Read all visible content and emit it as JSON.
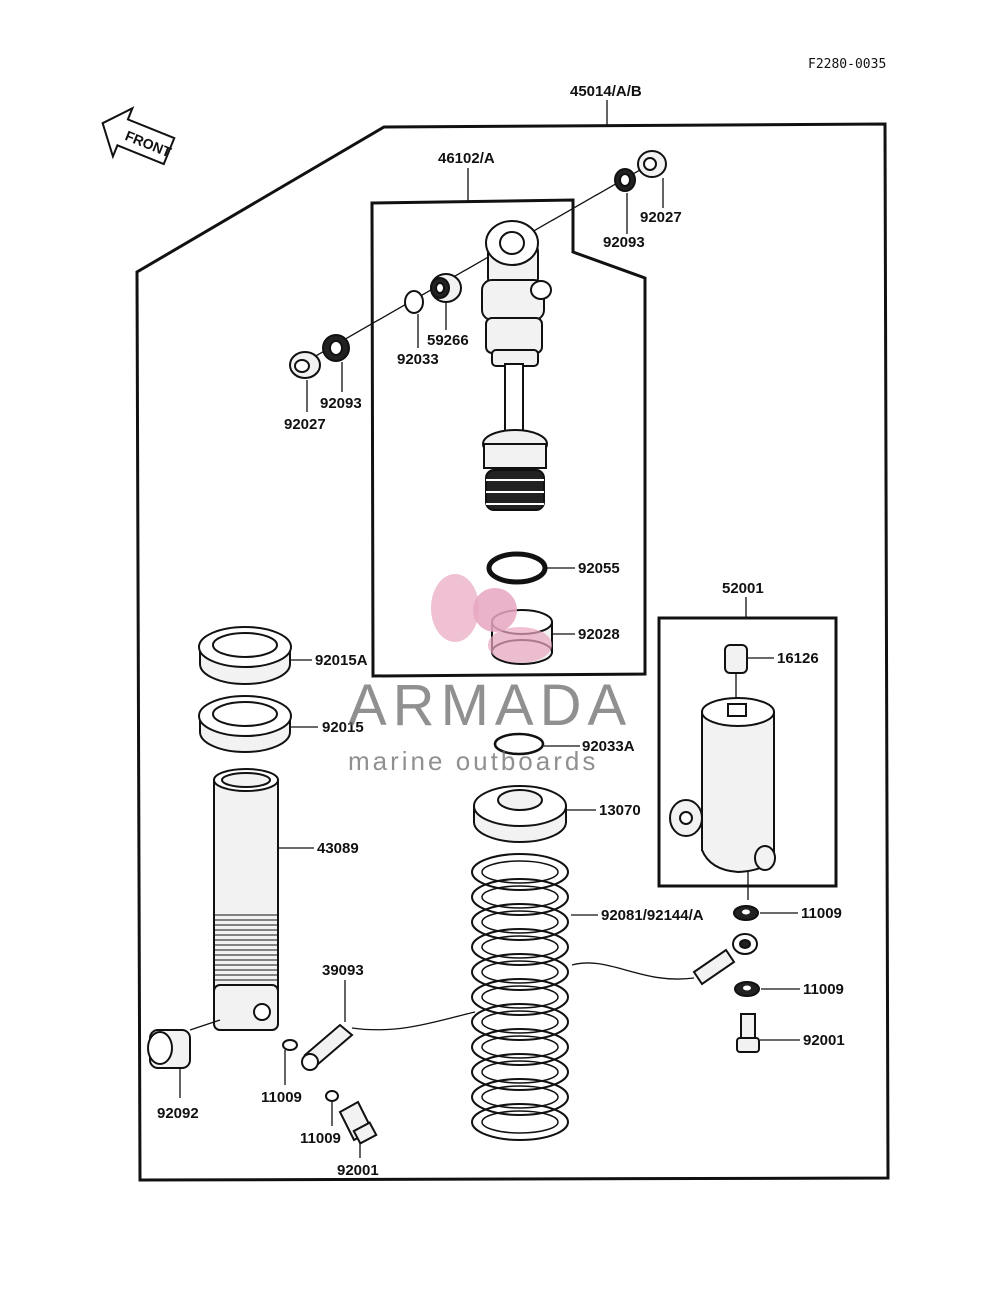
{
  "figure_code": "F2280-0035",
  "front_label": "FRONT",
  "watermark": {
    "brand": "ARMADA",
    "tagline": "marine outboards",
    "accent_color": "#e8a6c0"
  },
  "assembly_labels": {
    "shock_assembly": "45014/A/B",
    "body": "46102/A",
    "reservoir": "52001"
  },
  "part_labels": {
    "p92027_top": "92027",
    "p92093_top": "92093",
    "p59266": "59266",
    "p92033": "92033",
    "p92093_left": "92093",
    "p92027_left": "92027",
    "p92055": "92055",
    "p92028": "92028",
    "p92015A": "92015A",
    "p92015": "92015",
    "p92033A": "92033A",
    "p13070": "13070",
    "p43089": "43089",
    "p92081": "92081/92144/A",
    "p39093": "39093",
    "p11009_a": "11009",
    "p11009_b": "11009",
    "p92092": "92092",
    "p92001_left": "92001",
    "p16126": "16126",
    "p11009_r1": "11009",
    "p11009_r2": "11009",
    "p92001_right": "92001"
  }
}
